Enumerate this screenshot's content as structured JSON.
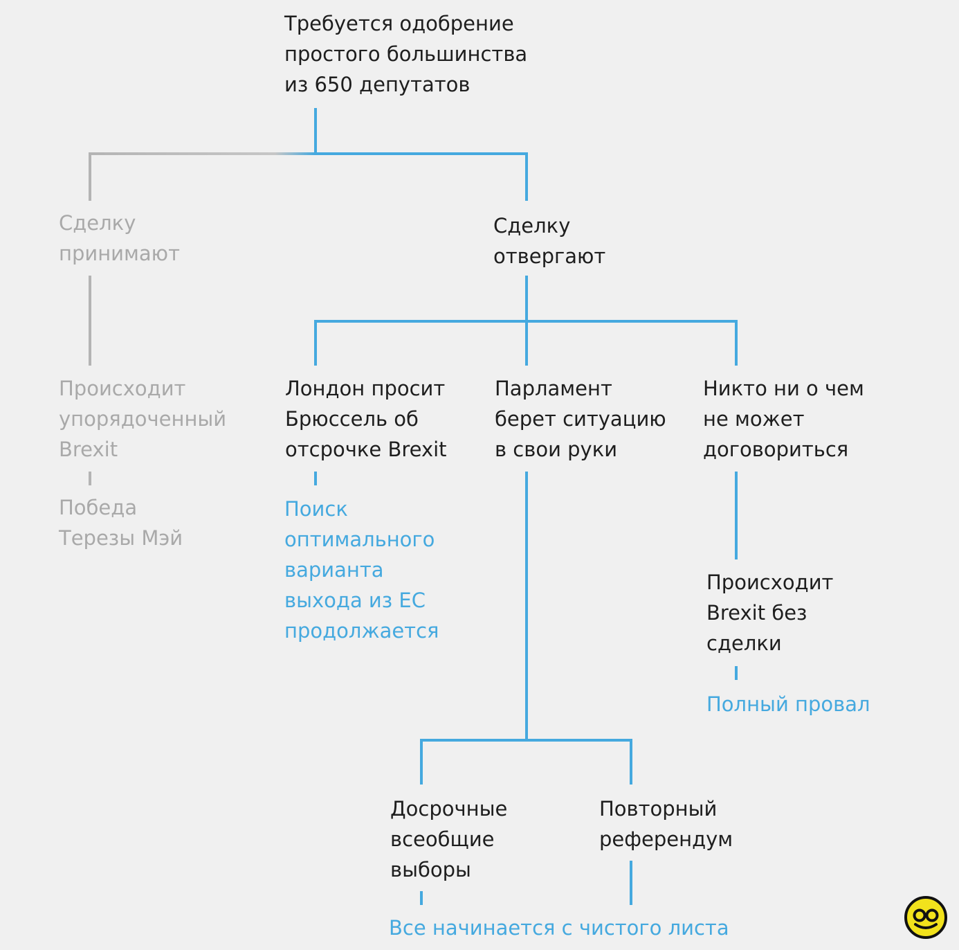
{
  "nodes": {
    "root": "Требуется одобрение\nпростого большинства\nиз 650 депутатов",
    "deal_accepted": "Сделку\nпринимают",
    "deal_rejected": "Сделку\nотвергают",
    "orderly_brexit": "Происходит\nупорядоченный\nBrexit",
    "may_victory": "Победа\nТерезы Мэй",
    "london_asks": "Лондон просит\nБрюссель об\nотсрочке Brexit",
    "search_continues": "Поиск\nоптимального\nварианта\nвыхода из ЕС\nпродолжается",
    "parliament": "Парламент\nберет ситуацию\nв свои руки",
    "nobody_agrees": "Никто ни о чем\nне может\nдоговориться",
    "no_deal_brexit": "Происходит\nBrexit без\nсделки",
    "total_failure": "Полный провал",
    "early_elections": "Досрочные\nвсеобщие\nвыборы",
    "second_referendum": "Повторный\nреферендум",
    "fresh_start": "Все начинается с чистого листа"
  },
  "colors": {
    "background": "#f0f0f0",
    "text_dark": "#1e1e1e",
    "text_gray": "#a9a9a9",
    "accent_blue": "#45a9df",
    "line_gray": "#b4b4b4",
    "logo_yellow": "#f2e21c"
  },
  "logo": {
    "icon": "infinity-face-logo-icon"
  }
}
